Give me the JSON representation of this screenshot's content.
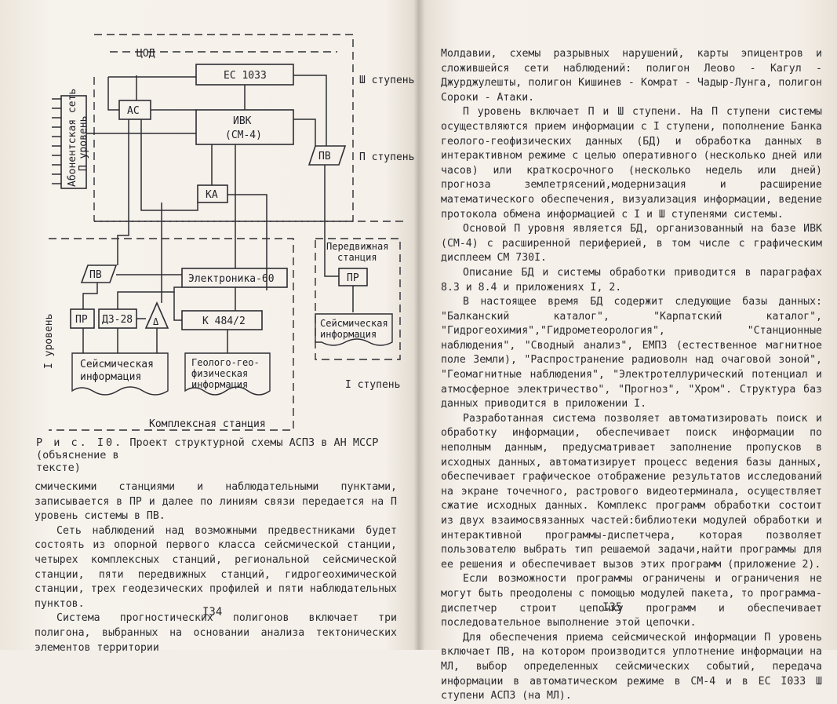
{
  "diagram": {
    "tsod_label": "ЦОД",
    "es_label": "ЕС 1033",
    "ivk_line1": "ИВК",
    "ivk_line2": "(СМ-4)",
    "as_label": "АС",
    "ka_label": "КА",
    "pv_label": "ПВ",
    "network_line1": "Абонентская сеть",
    "network_line2": "П уровень",
    "stage3": "Ш ступень",
    "stage2": "П ступень",
    "stage1": "I ступень",
    "level1": "I уровень",
    "mobile_line1": "Передвижная",
    "mobile_line2": "станция",
    "pr_label": "ПР",
    "seismic_mobile_line1": "Сейсмическая",
    "seismic_mobile_line2": "информация",
    "elektronika": "Электроника-60",
    "k484": "К 484/2",
    "dz28": "ДЗ-28",
    "delta": "Δ",
    "seismic_line1": "Сейсмическая",
    "seismic_line2": "информация",
    "geo_line1": "Геолого-гео-",
    "geo_line2": "физическая",
    "geo_line3": "информация",
    "complex_station": "Комплексная станция"
  },
  "caption": {
    "prefix": "Р и с. I0.",
    "text": " Проект структурной схемы АСПЗ  в АН МССР (объяснение   в",
    "line2": "тексте)"
  },
  "left_page": {
    "p1": "смическими станциями и наблюдательными пунктами, записывается в  ПР и далее по линиям связи передается на П уровень системы в ПВ.",
    "p2": "Сеть наблюдений над возможными предвестниками будет  состоять из опорной первого класса сейсмической  станции, четырех  комплексных станций, региональной сейсмической станции, пяти передвижных станций, гидрогеохимической станции, трех геодезических профилей и пяти наблюдательных пунктов.",
    "p3": "Система прогностических  полигонов включает  три полигона,  выбранных на основании анализа тектонических  элементов      территории",
    "page_number": "I34"
  },
  "right_page": {
    "p1": "Молдавии, схемы разрывных нарушений, карты эпицентров  и  сложившейся сети наблюдений: полигон Леово - Кагул - Джурджулешты,   полигон Кишинев - Комрат - Чадыр-Лунга, полигон Сороки - Атаки.",
    "p2": "П уровень включает П и Ш ступени. На П ступени системы  осуществляются прием информации с I ступени, пополнение Банка  геолого-геофизических данных  (БД) и  обработка данных в интерактивном  режиме с целью  оперативного  (несколько дней или часов)  или  краткосрочного (несколько недель  или дней) прогноза землетрясений,модернизация и расширение математического обеспечения, визуализация  информации, ведение протокола обмена информацией с I и Ш ступенями системы.",
    "p3": "Основой  П уровня является  БД, организованный на базе ИВК (СМ-4) с расширенной  периферией, в том числе с графическим дисплеем СМ 730I.",
    "p4": "Описание БД и системы обработки приводится в параграфах    8.3 и 8.4 и приложениях  I, 2.",
    "p5": "В настоящее время  БД содержит  следующие базы данных:  \"Балканский каталог\", \"Карпатский каталог\", \"Гидрогеохимия\",\"Гидрометеорология\", \"Станционные наблюдения\", \"Сводный анализ\", ЕМПЗ  (естественное магнитное поле Земли), \"Распространение радиоволн над очаговой зоной\", \"Геомагнитные наблюдения\", \"Электротеллурический потенциал и атмосферное электричество\", \"Прогноз\", \"Хром\". Структура баз данных приводится в приложении I.",
    "p6": "Разработанная система позволяет автоматизировать  поиск и  обработку информации, обеспечивает поиск информации по неполным данным, предусматривает заполнение пропусков в исходных данных,  автоматизирует процесс ведения  базы данных, обеспечивает    графическое отображение результатов исследований на экране  точечного,  растрового видеотерминала, осуществляет  сжатие исходных данных. Комплекс программ обработки  состоит  из двух взаимосвязанных частей:библиотеки модулей  обработки и интерактивной  программы-диспетчера, которая позволяет пользователю  выбрать тип решаемой  задачи,найти программы для ее решения и обеспечивает вызов  этих программ (приложение 2).",
    "p7": "Если возможности программы ограничены и ограничения  не  могут быть преодолены с помощью модулей пакета, то программа-диспетчер строит цепочку программ и обеспечивает последовательное  выполнение этой цепочки.",
    "p8": "Для обеспечения приема  сейсмической информации П уровень включает ПВ, на котором производится  уплотнение  информации на МЛ, выбор определенных сейсмических событий, передача информации в  автоматическом режиме  в СМ-4 и в ЕС I033 Ш ступени АСПЗ (на МЛ).",
    "page_number": "I35"
  }
}
